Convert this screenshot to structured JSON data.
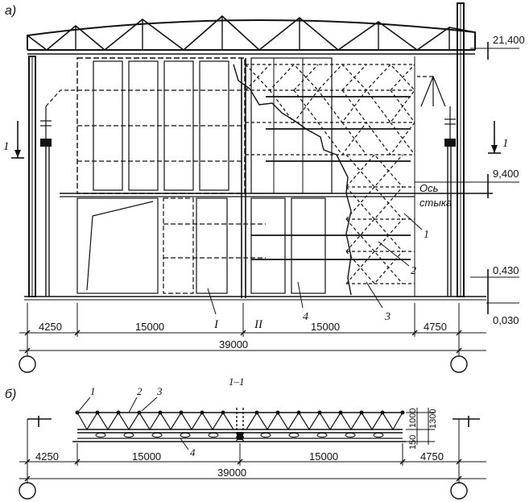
{
  "panel_a": {
    "label": "а)",
    "elevations": [
      "21,400",
      "9,400",
      "0,430",
      "0,030"
    ],
    "joint_axis": [
      "Ось",
      "стыка"
    ],
    "section_mark": "1",
    "callouts": [
      "1",
      "2",
      "3",
      "4"
    ],
    "zones": [
      "I",
      "II"
    ],
    "dimensions": [
      "4250",
      "15000",
      "15000",
      "4750"
    ],
    "total_dimension": "39000"
  },
  "panel_b": {
    "label": "б)",
    "title": "1–1",
    "callouts": [
      "1",
      "2",
      "3",
      "4"
    ],
    "vertical_dims": [
      "1000",
      "1300",
      "150"
    ],
    "dimensions": [
      "4250",
      "15000",
      "15000",
      "4750"
    ],
    "total_dimension": "39000"
  }
}
